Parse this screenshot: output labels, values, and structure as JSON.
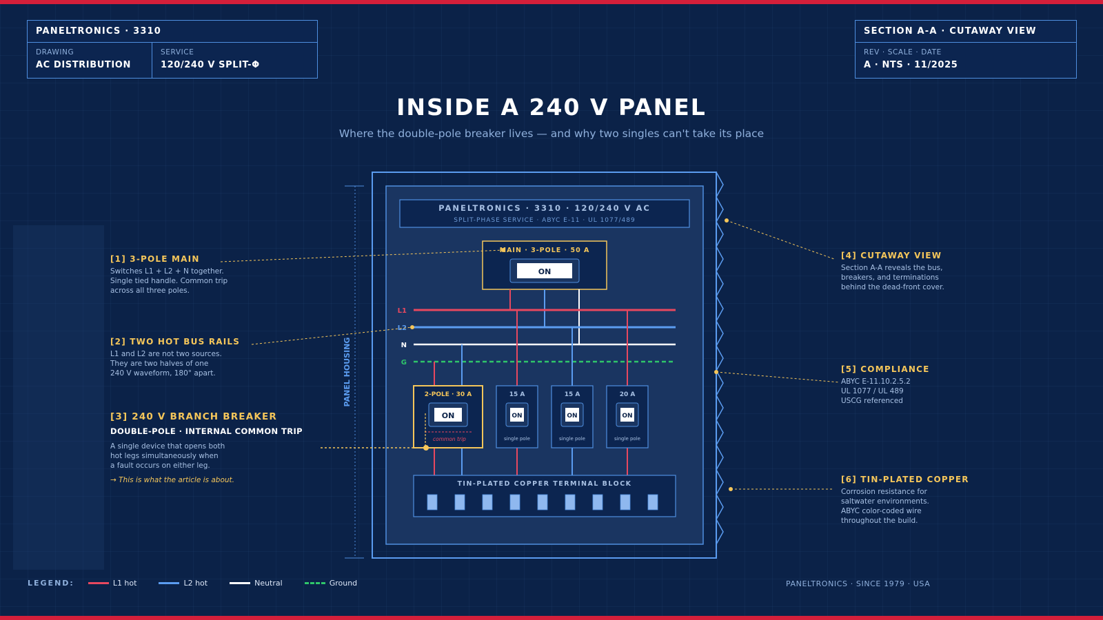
{
  "title_block_left": {
    "title": "PANELTRONICS · 3310",
    "drawing_label": "DRAWING",
    "drawing_value": "AC DISTRIBUTION",
    "service_label": "SERVICE",
    "service_value": "120/240 V SPLIT-Φ"
  },
  "title_block_right": {
    "title": "SECTION A-A · CUTAWAY VIEW",
    "rev_label": "REV · SCALE · DATE",
    "rev_value": "A · NTS · 11/2025"
  },
  "heading": {
    "title": "INSIDE A 240 V PANEL",
    "subtitle": "Where the double-pole breaker lives — and why two singles can't take its place"
  },
  "panel": {
    "nameplate_title": "PANELTRONICS · 3310 · 120/240 V AC",
    "nameplate_sub": "SPLIT-PHASE SERVICE · ABYC E-11 · UL 1077/489",
    "housing_label": "PANEL HOUSING",
    "main_breaker_label": "MAIN · 3-POLE · 50 A",
    "main_breaker_state": "ON",
    "rails": [
      "L1",
      "L2",
      "N",
      "G"
    ],
    "branch_breakers": [
      {
        "rating": "2-POLE · 30 A",
        "state": "ON",
        "note": "common trip"
      },
      {
        "rating": "15 A",
        "state": "ON",
        "note": "single pole"
      },
      {
        "rating": "15 A",
        "state": "ON",
        "note": "single pole"
      },
      {
        "rating": "20 A",
        "state": "ON",
        "note": "single pole"
      }
    ],
    "terminal_block_label": "TIN-PLATED COPPER TERMINAL BLOCK"
  },
  "callouts": {
    "c1": {
      "title": "[1] 3-POLE MAIN",
      "lines": [
        "Switches L1 + L2 + N together.",
        "Single tied handle. Common trip",
        "across all three poles."
      ]
    },
    "c2": {
      "title": "[2] TWO HOT BUS RAILS",
      "lines": [
        "L1 and L2 are not two sources.",
        "They are two halves of one",
        "240 V waveform, 180° apart."
      ]
    },
    "c3": {
      "title": "[3] 240 V BRANCH BREAKER",
      "subtitle": "DOUBLE-POLE · INTERNAL COMMON TRIP",
      "lines": [
        "A single device that opens both",
        "hot legs simultaneously when",
        "a fault occurs on either leg."
      ],
      "note": "→ This is what the article is about."
    },
    "c4": {
      "title": "[4] CUTAWAY VIEW",
      "lines": [
        "Section A-A reveals the bus,",
        "breakers, and terminations",
        "behind the dead-front cover."
      ]
    },
    "c5": {
      "title": "[5] COMPLIANCE",
      "lines": [
        "ABYC E-11.10.2.5.2",
        "UL 1077 / UL 489",
        "USCG referenced"
      ]
    },
    "c6": {
      "title": "[6] TIN-PLATED COPPER",
      "lines": [
        "Corrosion resistance for",
        "saltwater environments.",
        "ABYC color-coded wire",
        "throughout the build."
      ]
    }
  },
  "legend": {
    "label": "LEGEND:",
    "items": [
      {
        "label": "L1 hot",
        "color": "#e8485f"
      },
      {
        "label": "L2 hot",
        "color": "#5b9cf0"
      },
      {
        "label": "Neutral",
        "color": "#ffffff"
      },
      {
        "label": "Ground",
        "color": "#2fc66a"
      }
    ]
  },
  "footer": "PANELTRONICS · SINCE 1979 · USA",
  "colors": {
    "accent_red": "#d41f3a",
    "gold": "#f5c65a",
    "outline_blue": "#4f8fe0",
    "background": "#0b2248"
  }
}
